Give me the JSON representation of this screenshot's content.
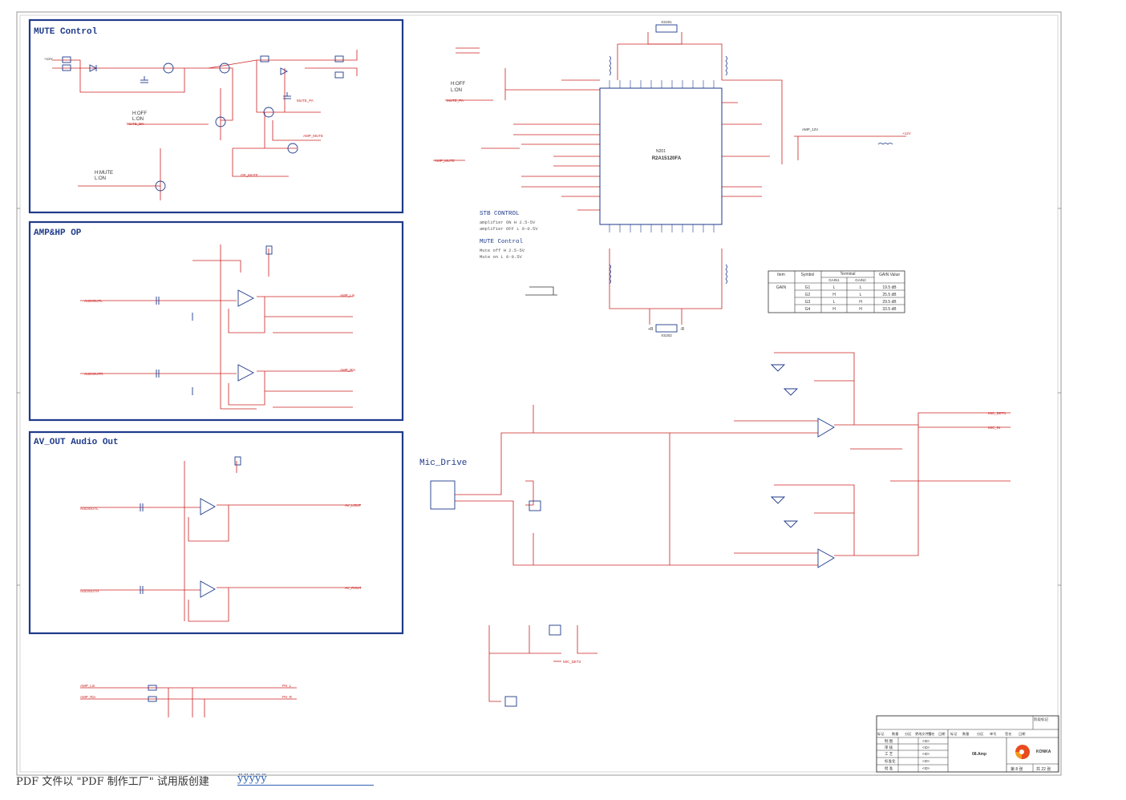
{
  "blocks": {
    "mute": {
      "title": "MUTE Control"
    },
    "amp_hp": {
      "title": "AMP&HP OP"
    },
    "av_out": {
      "title": "AV_OUT Audio Out"
    },
    "mic": {
      "title": "Mic_Drive"
    }
  },
  "mute_notes": {
    "hoff": "H:OFF",
    "lon": "L:ON",
    "hmute": "H:MUTE",
    "lon2": "L:ON"
  },
  "stb_notes": {
    "hoff": "H:OFF",
    "lon": "L:ON"
  },
  "stb": {
    "title": "STB CONTROL",
    "line1": "amplifier ON H  2.5-5V",
    "line2": "amplifier OFF L  0-0.5V",
    "mute_title": "MUTE Control",
    "mute1": "Mute off H  2.5-5V",
    "mute2": "Mute on L   0-0.5V"
  },
  "ic": {
    "ref": "N201",
    "part": "R2A15120FA",
    "connector_top": "XS201",
    "connector_bottom": "XS202",
    "plus_r": "+R",
    "minus_r": "-R"
  },
  "gain_table": {
    "headers": [
      "Item",
      "Symbol",
      "Terminal",
      "GAIN Value"
    ],
    "subheaders": [
      "GAIN1",
      "GAIN2"
    ],
    "item": "GAIN",
    "rows": [
      [
        "G1",
        "L",
        "L",
        "19.5 dB"
      ],
      [
        "G2",
        "H",
        "L",
        "25.5 dB"
      ],
      [
        "G3",
        "L",
        "H",
        "29.5 dB"
      ],
      [
        "G4",
        "H",
        "H",
        "33.5 dB"
      ]
    ]
  },
  "nets": {
    "amp_lin": "AMP_Lin",
    "amp_rin": "AMP_Rin",
    "amp_mute": "AMP_MUTE",
    "mute_en": "MUTE_EN",
    "mute_pa": "MUTE_PA",
    "amp_12v": "AMP_12V",
    "v12": "+12V",
    "op_mute": "OP_MUTE",
    "audioutl": "AUDIOUTL",
    "audioutr": "AUDIOUTR",
    "av_lout": "AV_LOUT",
    "av_rout": "AV_ROUT",
    "hp_l": "PH_L",
    "hp_r": "PH_R",
    "mic_det1": "MIC_DET1",
    "mic_in": "MIC_IN",
    "mic_det2": "MIC_DET2"
  },
  "title_block": {
    "row_labels": [
      "标记",
      "数量",
      "分区",
      "更改文件号",
      "签名",
      "日期",
      "标记",
      "数量",
      "分区",
      "单号",
      "签名",
      "日期"
    ],
    "roles": [
      "制 图",
      "审 核",
      "工 艺",
      "标准化",
      "批 准"
    ],
    "role_values": [
      "<ID>",
      "<ID>",
      "<ID>",
      "<ID>",
      "<ID>"
    ],
    "stage": "阶段标记",
    "drawing_name": "08.Amp",
    "company": "KONKA",
    "page": "第 8 张",
    "total": "共 22 张"
  },
  "footer": {
    "text": "PDF 文件以 \"PDF 制作工厂\" 试用版创建",
    "link": "ÿÿÿÿÿ"
  },
  "colors": {
    "border": "#1f3a8a",
    "wire": "#cc2222",
    "component": "#1f3a8a",
    "text": "#333333"
  }
}
